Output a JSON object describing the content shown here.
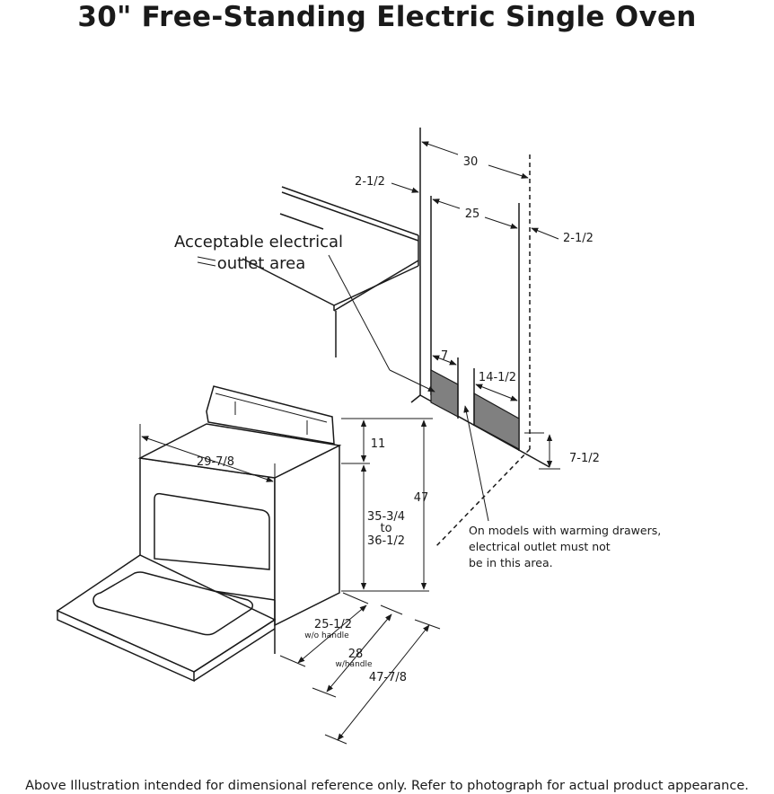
{
  "title": "30\" Free-Standing Electric Single Oven",
  "footnote": "Above Illustration intended for dimensional reference only. Refer to photograph for actual product appearance.",
  "callouts": {
    "outlet_area_line1": "Acceptable electrical",
    "outlet_area_line2": "outlet area",
    "warming_note_line1": "On models with warming drawers,",
    "warming_note_line2": "electrical outlet must not",
    "warming_note_line3": "be in this area."
  },
  "dimensions": {
    "cutout_width": "30",
    "side_clearance_left": "2-1/2",
    "inner_width": "25",
    "side_clearance_right": "2-1/2",
    "outlet_width_small": "7",
    "outlet_width_large": "14-1/2",
    "outlet_height": "7-1/2",
    "backguard_height": "11",
    "cooktop_height_min": "35-3/4",
    "cooktop_height_to": "to",
    "cooktop_height_max": "36-1/2",
    "overall_height": "47",
    "overall_width": "29-7/8",
    "depth_no_handle": "25-1/2",
    "depth_no_handle_note": "w/o handle",
    "depth_handle": "28",
    "depth_handle_note": "w/handle",
    "depth_door_open": "47-7/8"
  },
  "colors": {
    "line": "#1a1a1a",
    "outlet_fill": "#808080",
    "background": "#ffffff"
  }
}
